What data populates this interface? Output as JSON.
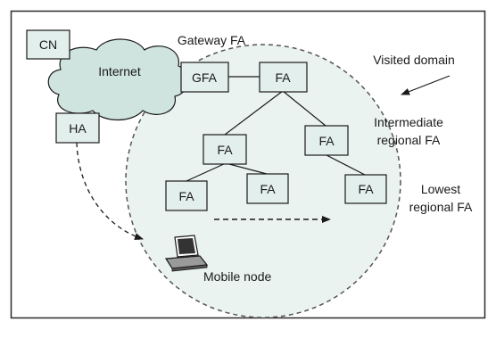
{
  "nodes": {
    "cn": "CN",
    "ha": "HA",
    "gfa": "GFA",
    "fa_top": "FA",
    "fa_mid_left": "FA",
    "fa_mid_right": "FA",
    "fa_low_left": "FA",
    "fa_low_center": "FA",
    "fa_low_right": "FA"
  },
  "labels": {
    "internet": "Internet",
    "gateway_fa": "Gateway FA",
    "visited_domain": "Visited domain",
    "intermediate_line1": "Intermediate",
    "intermediate_line2": "regional FA",
    "lowest_line1": "Lowest",
    "lowest_line2": "regional FA",
    "mobile_node": "Mobile node"
  },
  "colors": {
    "box_fill": "#e3efec",
    "cloud_fill": "#cfe3df",
    "domain_fill": "#eaf3f0",
    "stroke": "#1a1a1a",
    "frame": "#2a2a2a"
  }
}
